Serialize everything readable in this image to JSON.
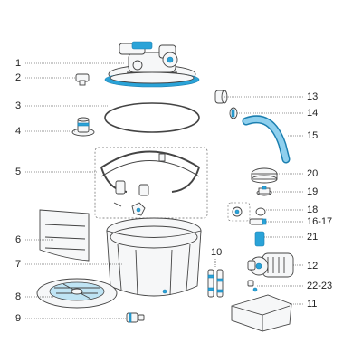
{
  "labels": {
    "p1": "1",
    "p2": "2",
    "p3": "3",
    "p4": "4",
    "p5": "5",
    "p6": "6",
    "p7": "7",
    "p8": "8",
    "p9": "9",
    "p10": "10",
    "p11": "11",
    "p12": "12",
    "p13": "13",
    "p14": "14",
    "p15": "15",
    "p16_17": "16-17",
    "p18": "18",
    "p19": "19",
    "p20": "20",
    "p21": "21",
    "p22_23": "22-23"
  },
  "colors": {
    "accent": "#2aa3d8",
    "outline": "#444444",
    "leader": "#333333"
  }
}
